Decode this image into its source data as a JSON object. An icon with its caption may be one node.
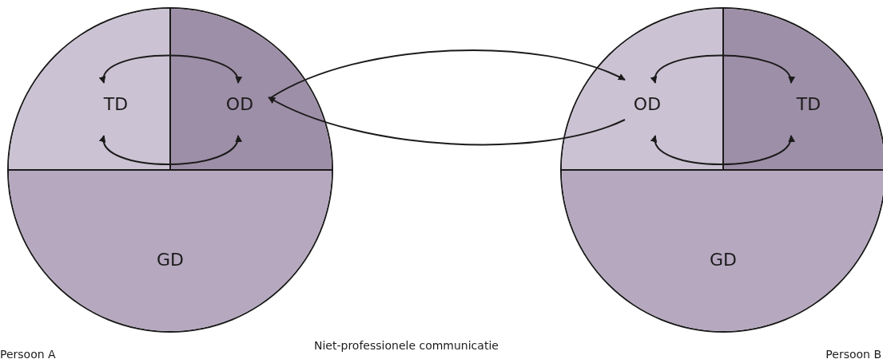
{
  "diagram": {
    "nodes": [
      {
        "text": [
          "Persoon A"
        ]
      },
      {
        "text": [
          "TD"
        ],
        "in": 0
      },
      {
        "text": [
          "OD"
        ],
        "in": 0
      },
      {
        "text": [
          "GD"
        ],
        "in": 0
      },
      {
        "text": [
          "Persoon B"
        ]
      },
      {
        "text": [
          "OD"
        ],
        "in": 4
      },
      {
        "text": [
          "TD"
        ],
        "in": 4
      },
      {
        "text": [
          "GD"
        ],
        "in": 4
      }
    ],
    "edges": [
      {
        "from": 1,
        "to": 2,
        "arrow": "both"
      },
      {
        "from": 1,
        "to": 2,
        "arrow": "both"
      },
      {
        "from": 2,
        "to": 5,
        "arrow": "to"
      },
      {
        "from": 5,
        "to": 2,
        "arrow": "to"
      },
      {
        "from": 5,
        "to": 6,
        "arrow": "both"
      },
      {
        "from": 5,
        "to": 6,
        "arrow": "both"
      }
    ],
    "labels": [
      "Niet-professionele communicatie"
    ]
  }
}
